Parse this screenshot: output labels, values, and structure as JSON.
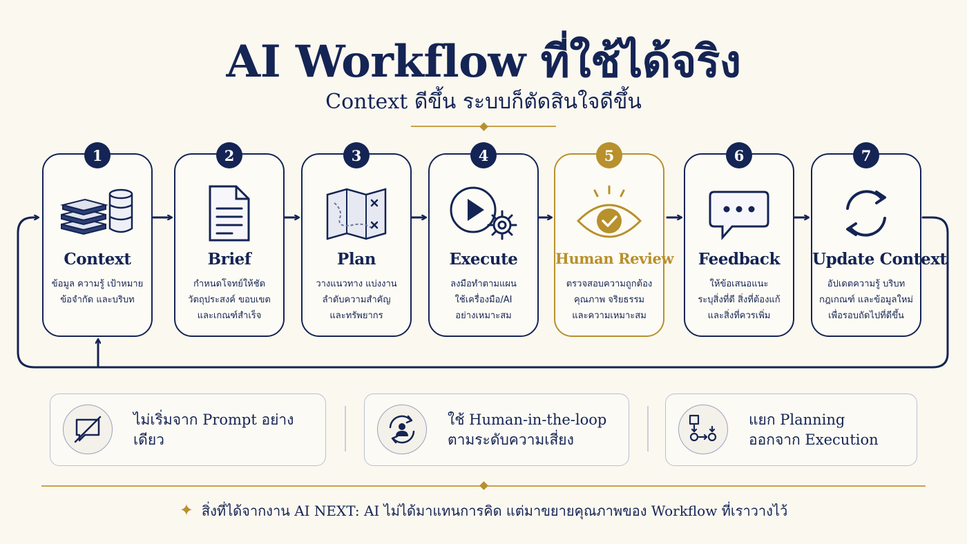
{
  "header": {
    "title": "AI Workflow ที่ใช้ได้จริง",
    "subtitle": "Context ดีขึ้น ระบบก็ตัดสินใจดีขึ้น"
  },
  "steps": [
    {
      "number": "1",
      "title": "Context",
      "icon": "books-database-icon",
      "desc_1": "ข้อมูล ความรู้ เป้าหมาย",
      "desc_2": "ข้อจำกัด และบริบท",
      "desc_3": ""
    },
    {
      "number": "2",
      "title": "Brief",
      "icon": "document-icon",
      "desc_1": "กำหนดโจทย์ให้ชัด",
      "desc_2": "วัตถุประสงค์ ขอบเขต",
      "desc_3": "และเกณฑ์สำเร็จ"
    },
    {
      "number": "3",
      "title": "Plan",
      "icon": "map-icon",
      "desc_1": "วางแนวทาง แบ่งงาน",
      "desc_2": "ลำดับความสำคัญ",
      "desc_3": "และทรัพยากร"
    },
    {
      "number": "4",
      "title": "Execute",
      "icon": "play-gear-icon",
      "desc_1": "ลงมือทำตามแผน",
      "desc_2": "ใช้เครื่องมือ/AI",
      "desc_3": "อย่างเหมาะสม"
    },
    {
      "number": "5",
      "title": "Human Review",
      "icon": "eye-check-icon",
      "desc_1": "ตรวจสอบความถูกต้อง",
      "desc_2": "คุณภาพ จริยธรรม",
      "desc_3": "และความเหมาะสม"
    },
    {
      "number": "6",
      "title": "Feedback",
      "icon": "chat-bubble-icon",
      "desc_1": "ให้ข้อเสนอแนะ",
      "desc_2": "ระบุสิ่งที่ดี สิ่งที่ต้องแก้",
      "desc_3": "และสิ่งที่ควรเพิ่ม"
    },
    {
      "number": "7",
      "title": "Update Context",
      "icon": "refresh-icon",
      "desc_1": "อัปเดตความรู้ บริบท",
      "desc_2": "กฎเกณฑ์ และข้อมูลใหม่",
      "desc_3": "เพื่อรอบถัดไปที่ดีขึ้น"
    }
  ],
  "tips": [
    {
      "icon": "no-chat-icon",
      "line_1": "ไม่เริ่มจาก Prompt อย่างเดียว",
      "line_2": ""
    },
    {
      "icon": "human-loop-icon",
      "line_1": "ใช้ Human-in-the-loop",
      "line_2": "ตามระดับความเสี่ยง"
    },
    {
      "icon": "planning-execution-icon",
      "line_1": "แยก Planning",
      "line_2": "ออกจาก Execution"
    }
  ],
  "footer": {
    "star": "✦",
    "text": "สิ่งที่ได้จากงาน AI NEXT: AI ไม่ได้มาแทนการคิด แต่มาขยายคุณภาพของ Workflow ที่เราวางไว้"
  },
  "colors": {
    "navy": "#142454",
    "gold": "#b8902c",
    "background": "#fbf8f0"
  }
}
